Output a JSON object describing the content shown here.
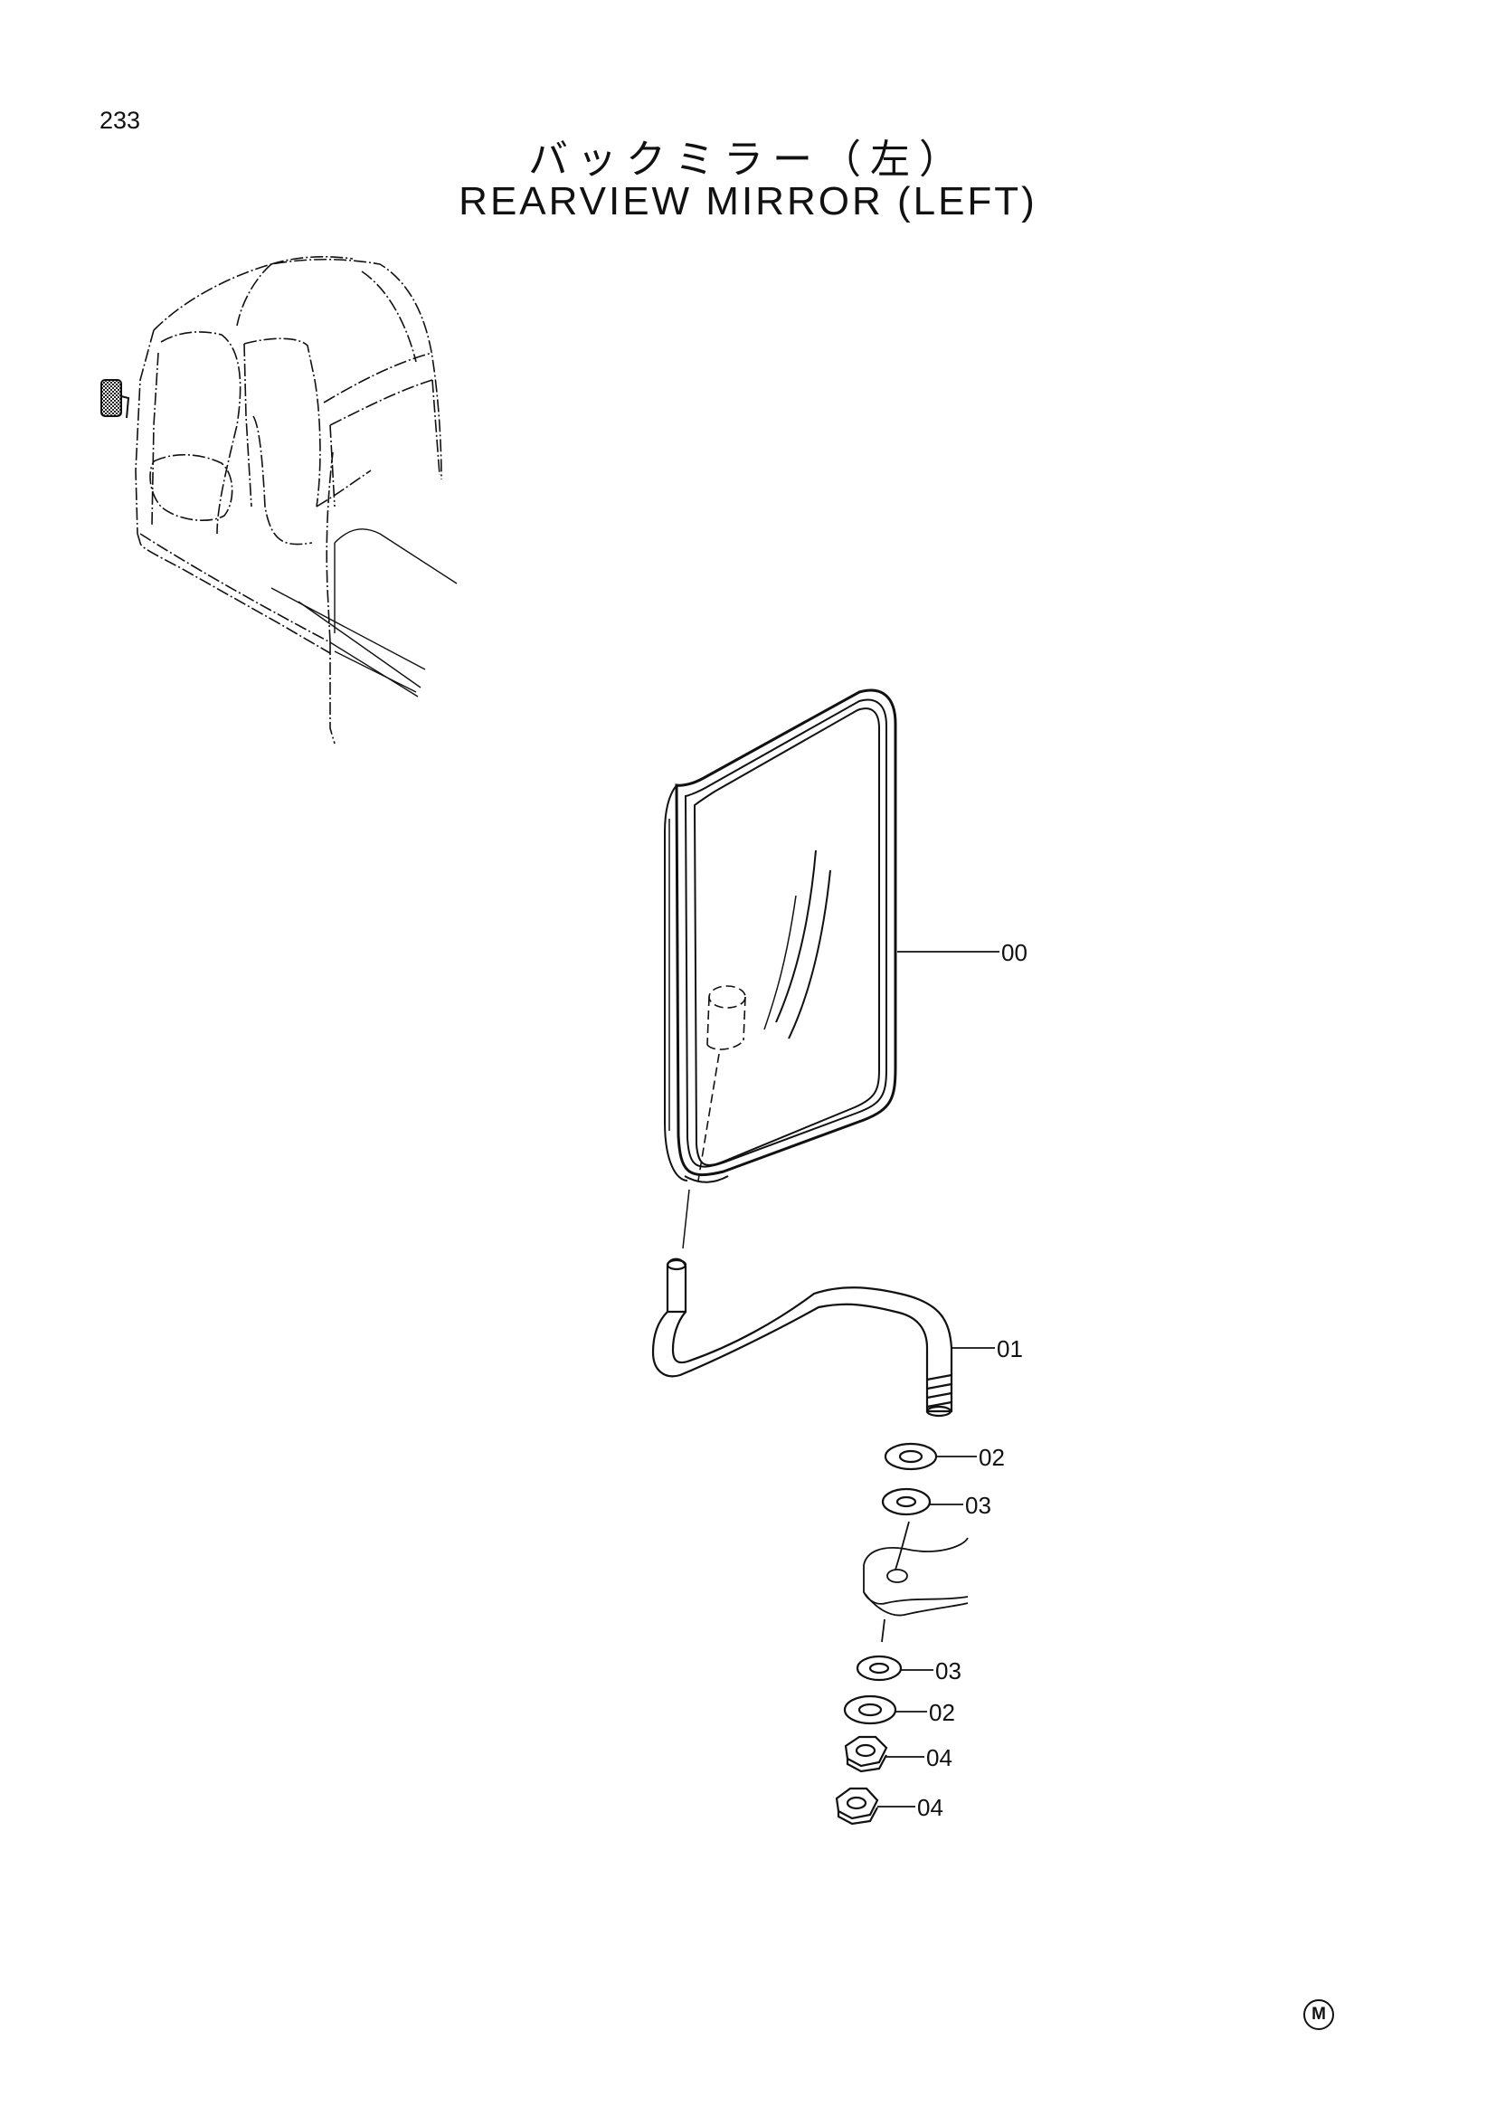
{
  "page_number": "233",
  "title_jp": "バックミラー（左）",
  "title_en": "REARVIEW MIRROR (LEFT)",
  "parts": [
    {
      "label": "00",
      "name": "mirror-assembly"
    },
    {
      "label": "01",
      "name": "mirror-stay"
    },
    {
      "label": "02",
      "name": "washer-upper"
    },
    {
      "label": "03",
      "name": "washer-upper"
    },
    {
      "label": "03",
      "name": "washer-lower"
    },
    {
      "label": "02",
      "name": "washer-lower"
    },
    {
      "label": "04",
      "name": "nut-upper"
    },
    {
      "label": "04",
      "name": "nut-lower"
    }
  ],
  "corner_mark": "M",
  "colors": {
    "line": "#111111",
    "background": "#ffffff"
  }
}
